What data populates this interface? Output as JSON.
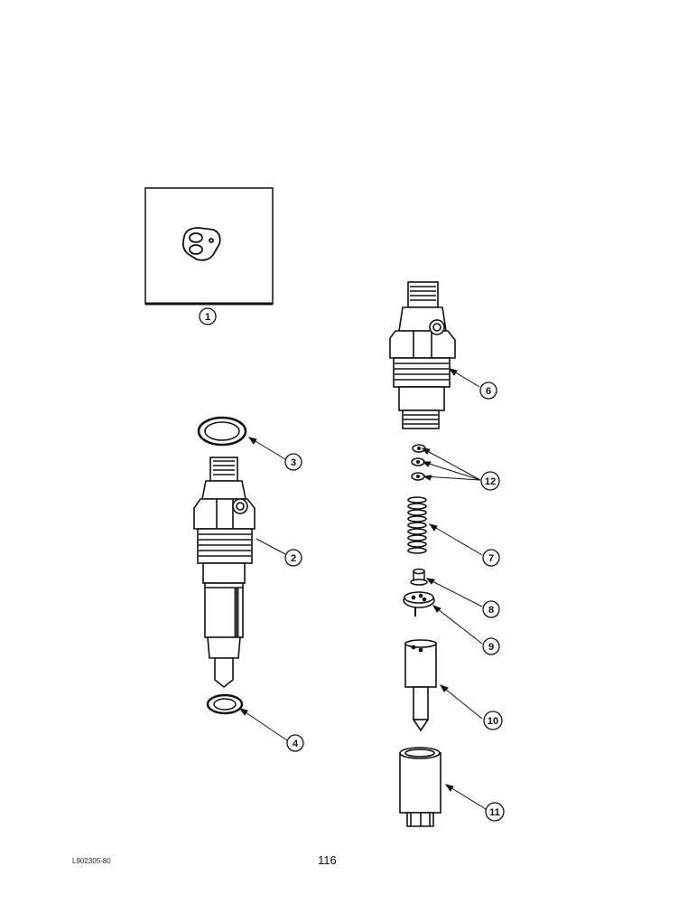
{
  "diagram": {
    "callouts": [
      {
        "id": 1,
        "label": "1"
      },
      {
        "id": 2,
        "label": "2"
      },
      {
        "id": 3,
        "label": "3"
      },
      {
        "id": 4,
        "label": "4"
      },
      {
        "id": 6,
        "label": "6"
      },
      {
        "id": 7,
        "label": "7"
      },
      {
        "id": 8,
        "label": "8"
      },
      {
        "id": 9,
        "label": "9"
      },
      {
        "id": 10,
        "label": "10"
      },
      {
        "id": 11,
        "label": "11"
      },
      {
        "id": 12,
        "label": "12"
      }
    ]
  },
  "footer": {
    "code": "L902305-80",
    "page_number": "116"
  }
}
